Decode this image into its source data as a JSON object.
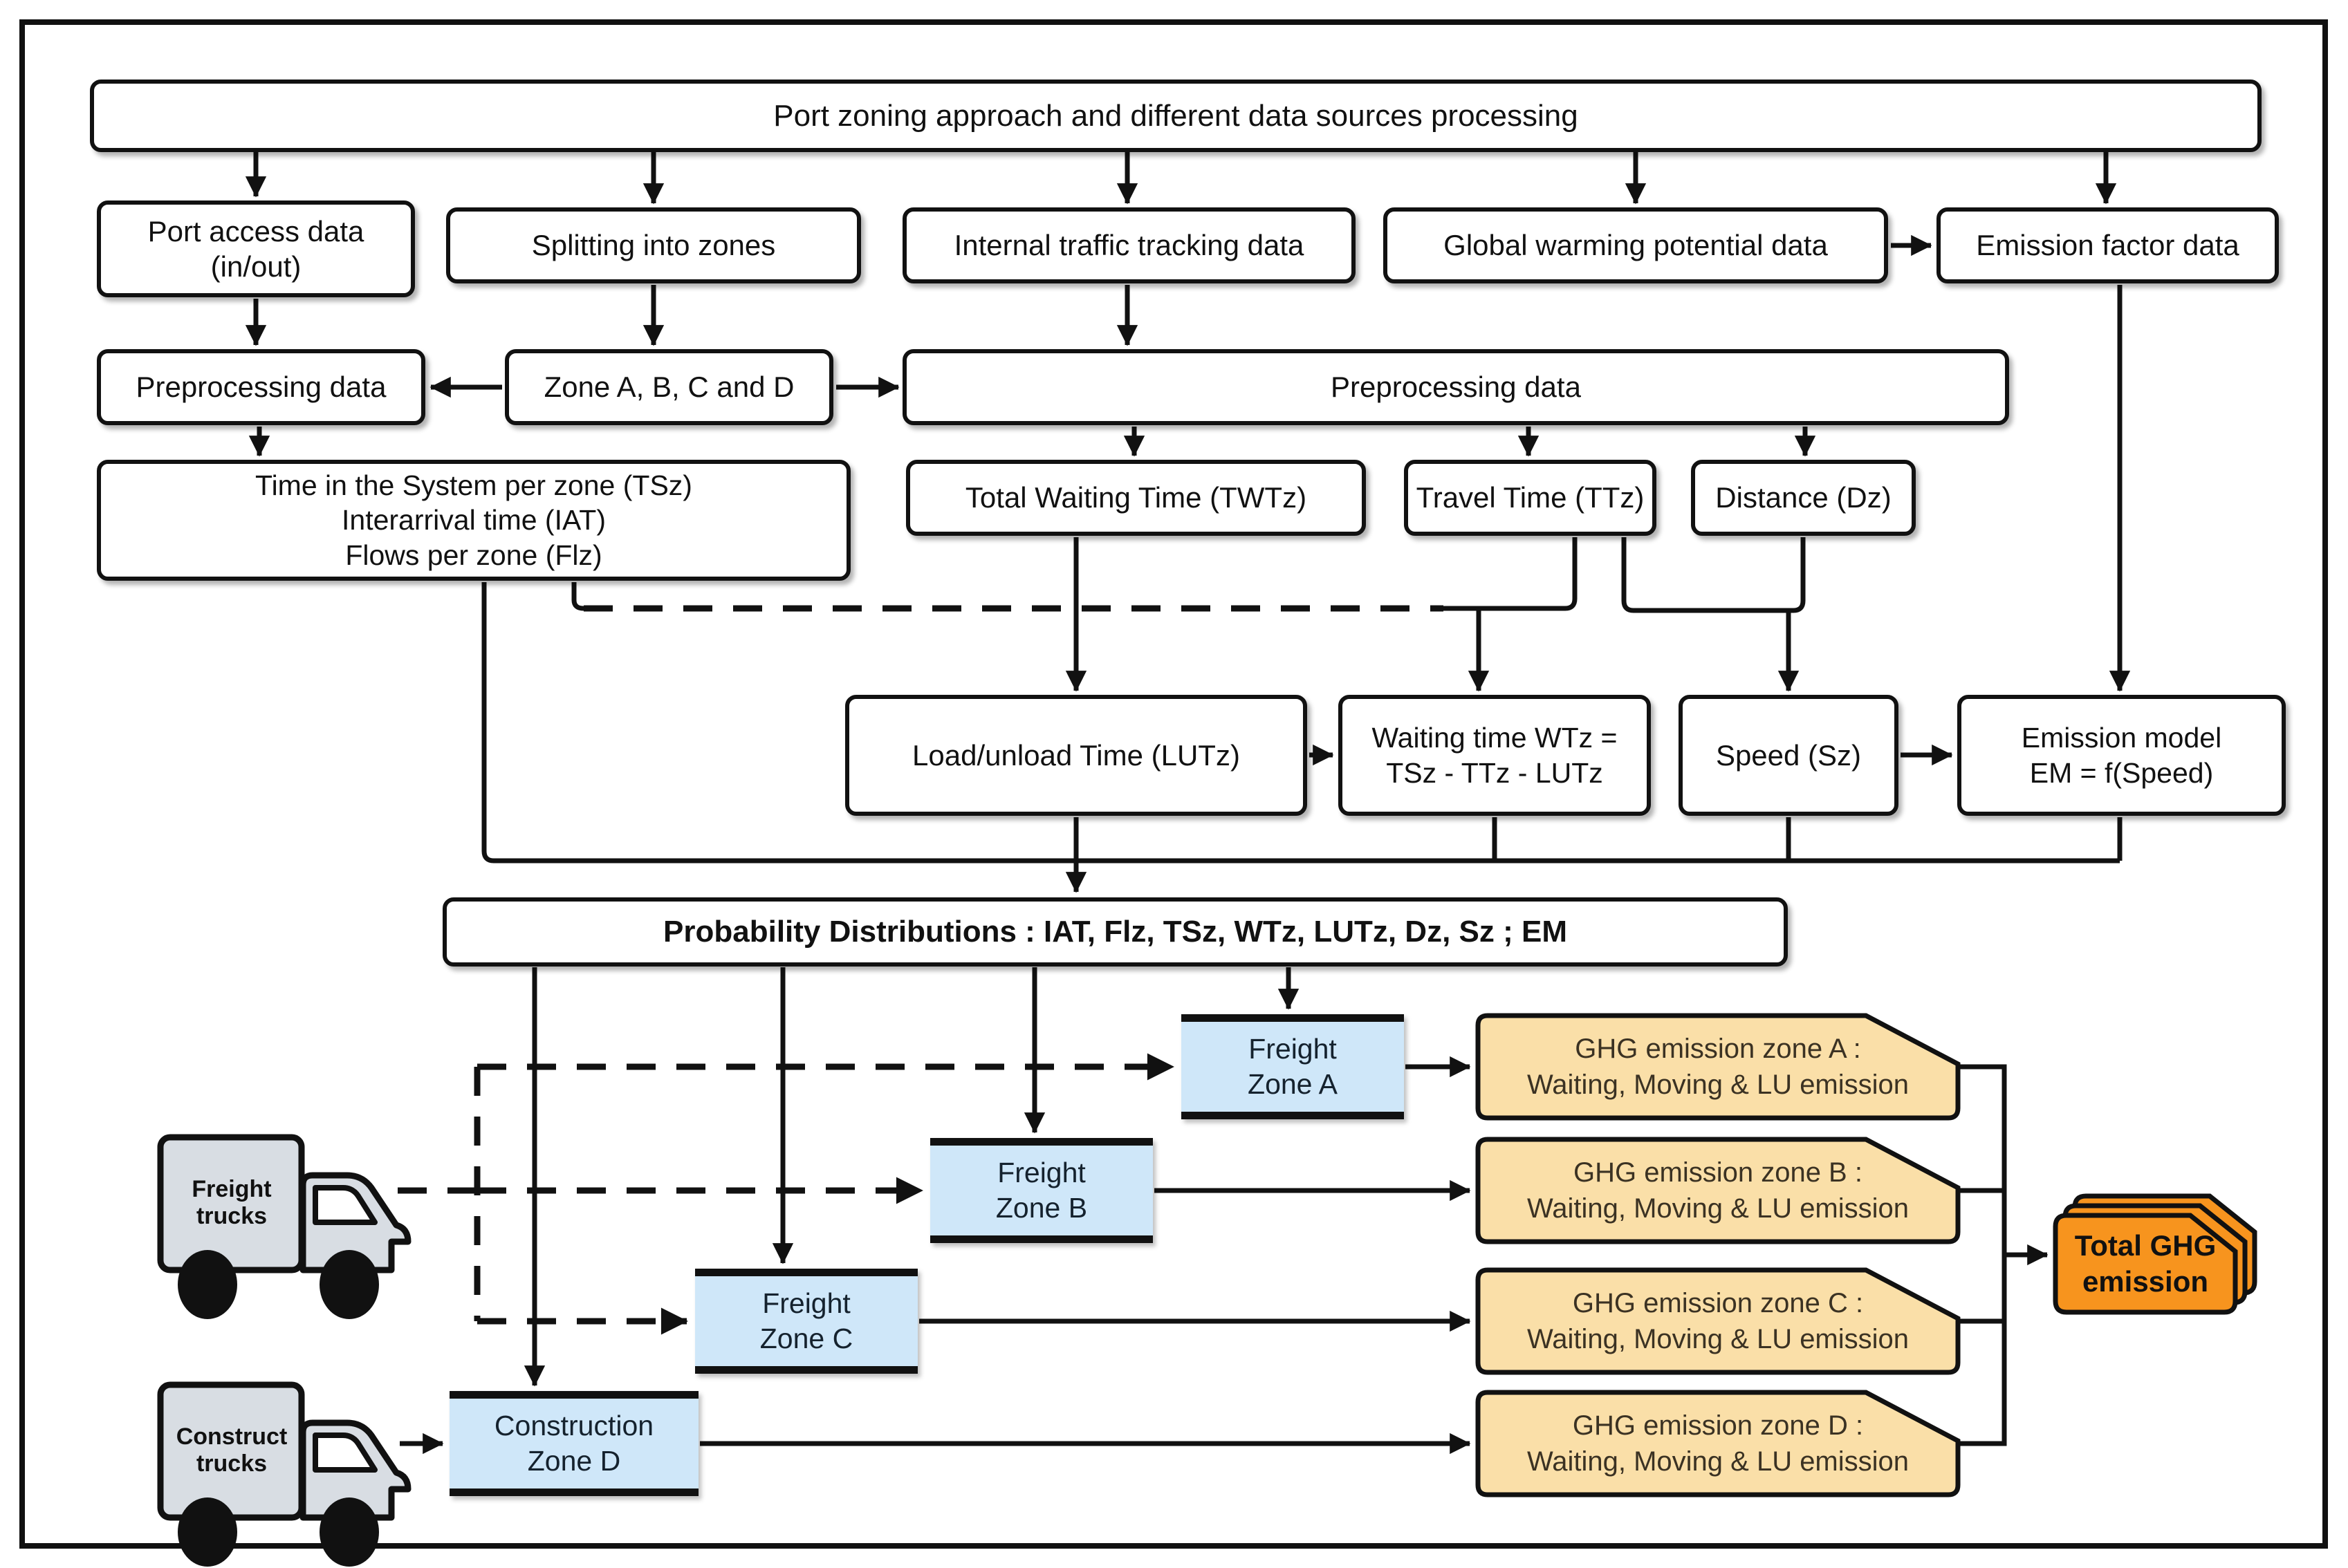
{
  "title": "Port zoning approach and different data sources processing",
  "sources": {
    "port_access": "Port access data (in/out)",
    "splitting": "Splitting into zones",
    "internal": "Internal traffic tracking data",
    "gwp": "Global warming potential data",
    "emission_factor": "Emission factor data"
  },
  "prep": {
    "left": "Preprocessing data",
    "zones": "Zone A, B, C and D",
    "main": "Preprocessing data"
  },
  "metrics": {
    "tsz": [
      "Time in the System  per zone (TSz)",
      "Interarrival time (IAT)",
      "Flows per zone (Flz)"
    ],
    "twtz": "Total Waiting Time (TWTz)",
    "ttz": "Travel Time  (TTz)",
    "dz": "Distance (Dz)"
  },
  "derived": {
    "lutz": "Load/unload Time (LUTz)",
    "wtz": [
      "Waiting time WTz  =",
      "TSz - TTz - LUTz"
    ],
    "speed": "Speed (Sz)",
    "em": [
      "Emission model",
      "EM = f(Speed)"
    ]
  },
  "probability": "Probability Distributions : IAT, Flz, TSz, WTz, LUTz, Dz, Sz ; EM",
  "trucks": {
    "freight": [
      "Freight",
      "trucks"
    ],
    "construction": [
      "Construct",
      "trucks"
    ]
  },
  "zones": {
    "a": [
      "Freight",
      "Zone A"
    ],
    "b": [
      "Freight",
      "Zone B"
    ],
    "c": [
      "Freight",
      "Zone C"
    ],
    "d": [
      "Construction",
      "Zone D"
    ]
  },
  "ghg": {
    "a": [
      "GHG emission zone A :",
      "Waiting, Moving & LU emission"
    ],
    "b": [
      "GHG emission zone B :",
      "Waiting, Moving & LU emission"
    ],
    "c": [
      "GHG emission zone C :",
      "Waiting, Moving & LU emission"
    ],
    "d": [
      "GHG emission zone D :",
      "Waiting, Moving & LU emission"
    ]
  },
  "total": [
    "Total GHG",
    "emission"
  ],
  "colors": {
    "zone_fill": "#cfe7f9",
    "ghg_fill": "#fadfa8",
    "total_fill": "#f7941e",
    "truck_fill": "#d8dde3",
    "line": "#111111"
  }
}
